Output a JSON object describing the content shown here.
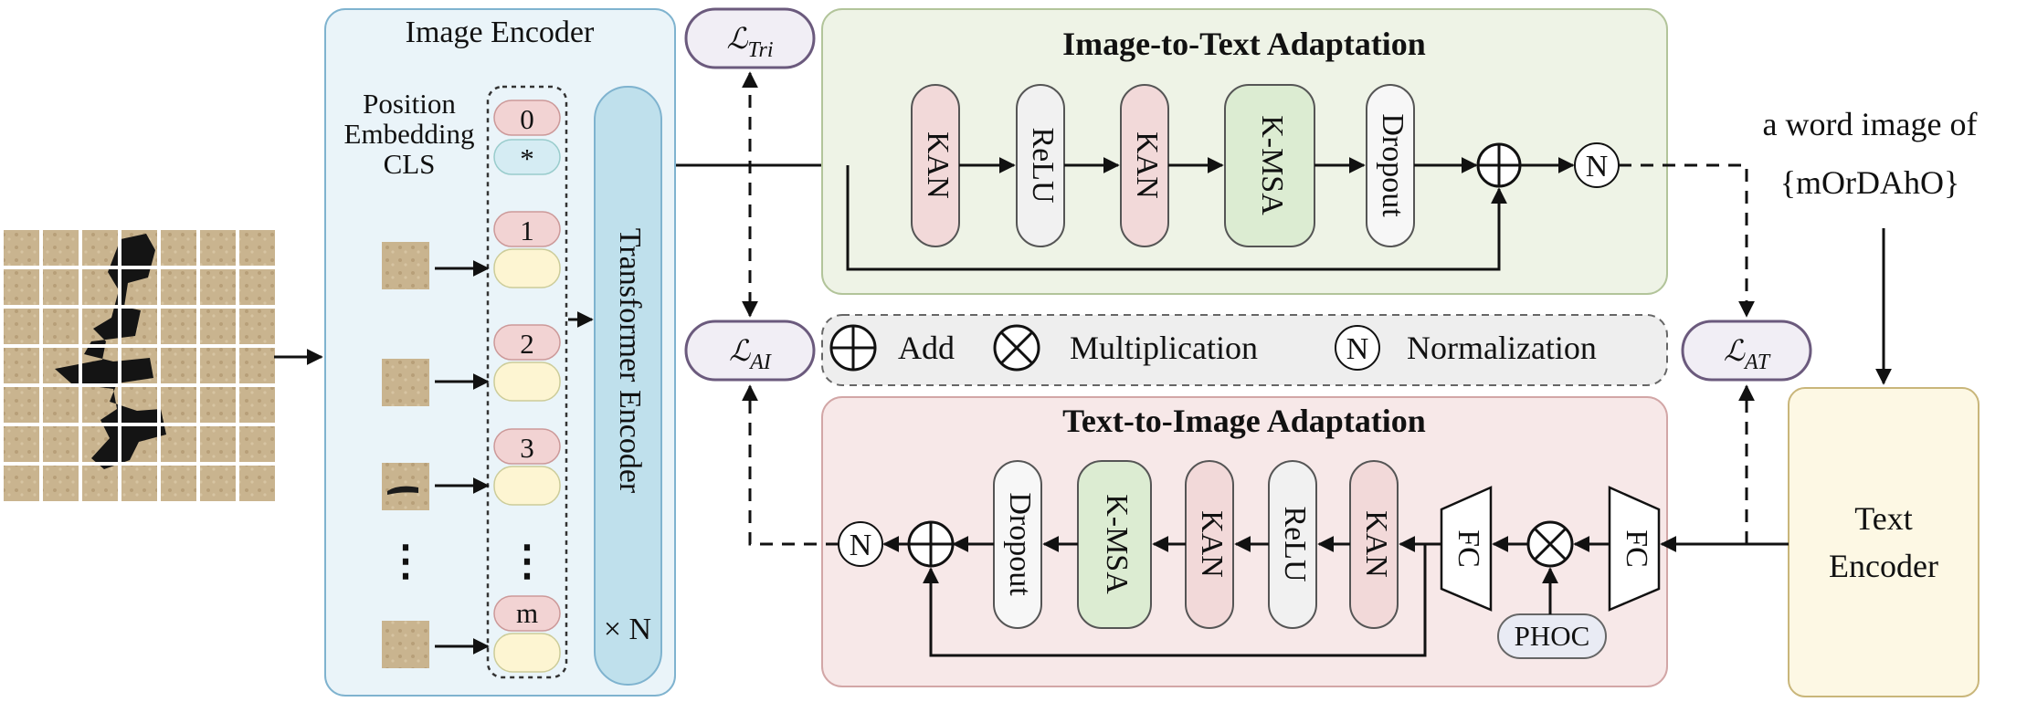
{
  "image_encoder": {
    "title": "Image Encoder",
    "position_label_1": "Position",
    "position_label_2": "Embedding",
    "cls_label": "CLS",
    "tokens": [
      "0",
      "*",
      "1",
      "2",
      "3",
      "m"
    ],
    "vertical_dots": "⋮",
    "transformer_label": "Transformer Encoder",
    "repeat_label": "× N"
  },
  "i2t": {
    "title": "Image-to-Text Adaptation",
    "blocks": [
      "KAN",
      "ReLU",
      "KAN",
      "K-MSA",
      "Dropout"
    ],
    "norm_symbol": "N"
  },
  "t2i": {
    "title": "Text-to-Image Adaptation",
    "blocks": [
      "Dropout",
      "K-MSA",
      "KAN",
      "ReLU",
      "KAN"
    ],
    "fc_label": "FC",
    "phoc_label": "PHOC",
    "norm_symbol": "N"
  },
  "legend": {
    "add": "Add",
    "multiplication": "Multiplication",
    "normalization": "Normalization",
    "norm_symbol": "N"
  },
  "losses": {
    "tri": {
      "base": "ℒ",
      "sub": "Tri"
    },
    "ai": {
      "base": "ℒ",
      "sub": "AI"
    },
    "at": {
      "base": "ℒ",
      "sub": "AT"
    }
  },
  "text_input": {
    "line1": "a word image of",
    "line2": "{mOrDAhO}"
  },
  "text_encoder": {
    "line1": "Text",
    "line2": "Encoder"
  },
  "colors": {
    "encoder_bg": "#eaf4f9",
    "transformer_bg": "#bfe0ec",
    "i2t_bg": "#eef3e6",
    "t2i_bg": "#f7e8e8",
    "legend_bg": "#eeeeee",
    "kan_fill": "#f2d9d9",
    "relu_fill": "#f1f1f1",
    "kmsa_fill": "#dcecd2",
    "dropout_fill": "#f7f7f7",
    "token_pink": "#f2d3d3",
    "token_yellow": "#fdf5d2",
    "token_blue": "#d5ecf3",
    "text_encoder_bg": "#fdf8e4",
    "loss_bg": "#f1eef5",
    "loss_border": "#6b5a7d",
    "phoc_bg": "#e9ebf4"
  }
}
